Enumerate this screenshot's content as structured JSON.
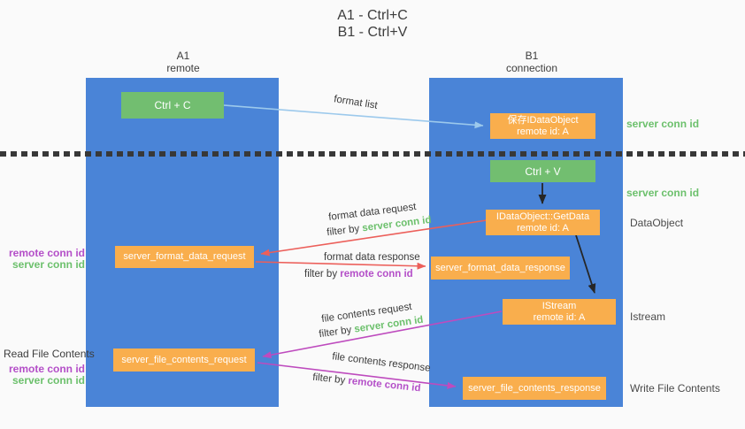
{
  "title": {
    "line1": "A1 - Ctrl+C",
    "line2": "B1 - Ctrl+V"
  },
  "lanes": {
    "left": {
      "name": "A1",
      "role": "remote"
    },
    "right": {
      "name": "B1",
      "role": "connection"
    }
  },
  "nodes": {
    "ctrl_c": {
      "label": "Ctrl + C"
    },
    "save_idataobject": {
      "line1": "保存IDataObject",
      "line2": "remote id: A"
    },
    "ctrl_v": {
      "label": "Ctrl + V"
    },
    "idataobject_getdata": {
      "line1": "IDataObject::GetData",
      "line2": "remote id: A"
    },
    "server_format_data_request": {
      "label": "server_format_data_request"
    },
    "server_format_data_response": {
      "label": "server_format_data_response"
    },
    "istream": {
      "line1": "IStream",
      "line2": "remote id: A"
    },
    "server_file_contents_request": {
      "label": "server_file_contents_request"
    },
    "server_file_contents_response": {
      "label": "server_file_contents_response"
    }
  },
  "side_labels": {
    "server_conn_id_save": "server conn id",
    "server_conn_id_paste": "server conn id",
    "dataobject": "DataObject",
    "istream": "Istream",
    "write_file_contents": "Write File Contents",
    "read_file_contents": "Read File Contents",
    "format_remote_conn_id": "remote conn id",
    "format_server_conn_id": "server conn id",
    "file_remote_conn_id": "remote conn id",
    "file_server_conn_id": "server conn id"
  },
  "edge_labels": {
    "format_list": "format list",
    "format_data_request": "format data request",
    "format_data_response": "format data response",
    "file_contents_request": "file contents request",
    "file_contents_response": "file contents response",
    "filter_prefix": "filter by",
    "server_conn_id": "server conn id",
    "remote_conn_id": "remote conn id"
  },
  "colors": {
    "lane_blue": "#4A84D7",
    "node_green": "#72BE70",
    "node_orange": "#F9AE4D",
    "arrow_lightblue": "#9CC9EC",
    "arrow_red": "#EC5F5A",
    "arrow_magenta": "#BE4BBE",
    "arrow_black": "#262626",
    "text_green": "#6CC06C",
    "text_purple": "#B44FC8"
  }
}
